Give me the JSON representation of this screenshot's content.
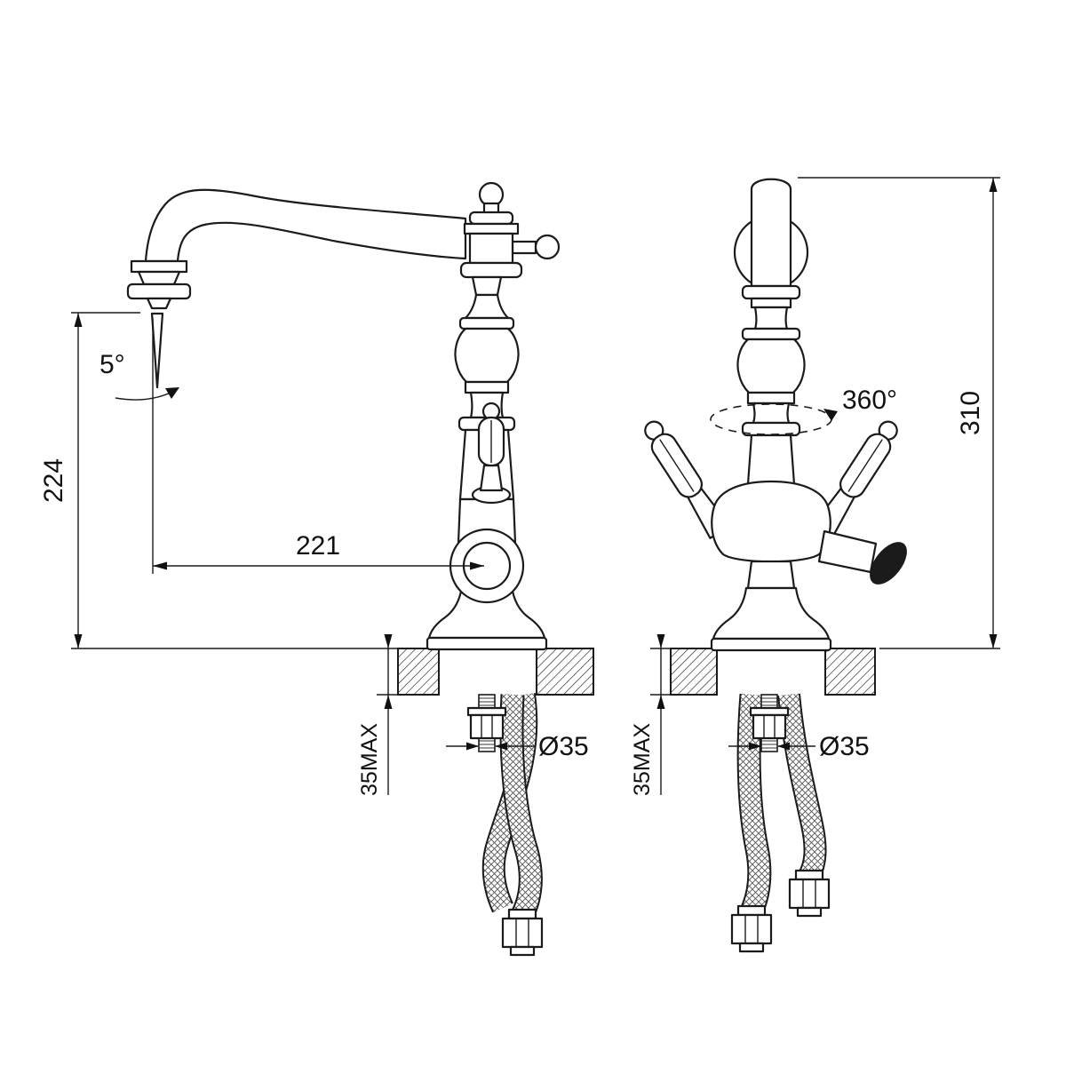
{
  "drawing": {
    "left_view": {
      "height": "224",
      "reach": "221",
      "spout_angle": "5°",
      "max_mount": "35MAX",
      "hole": "Ø35"
    },
    "right_view": {
      "height": "310",
      "swivel": "360°",
      "max_mount": "35MAX",
      "hole": "Ø35"
    }
  },
  "colors": {
    "ink": "#1b1b1b",
    "bg": "#ffffff"
  }
}
